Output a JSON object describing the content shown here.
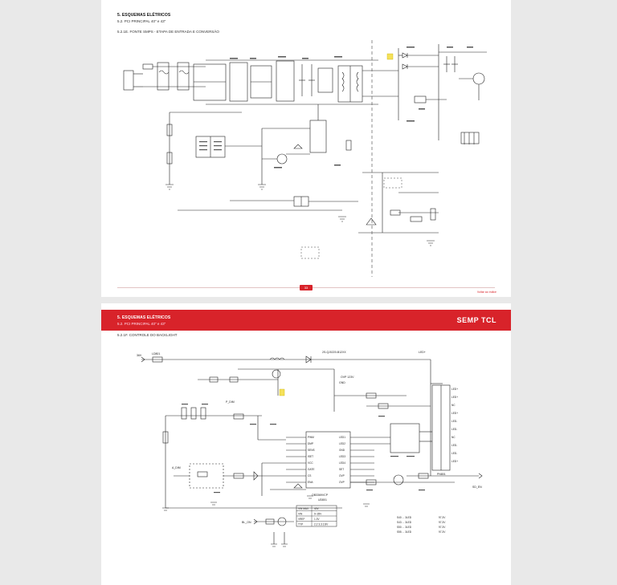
{
  "page1": {
    "section_title": "5. ESQUEMAS ELÉTRICOS",
    "subtitle": "5.2. PCI PRINCIPAL 40\" e 43\"",
    "caption": "5.2.1E. FONTE SMPS - ETAPA DE ENTRADA E CONVERSÃO",
    "page_number": "33",
    "footer_text": "Voltar ao índice"
  },
  "page2": {
    "section_title": "5. ESQUEMAS ELÉTRICOS",
    "subtitle": "5.2. PCI PRINCIPAL 40\" e 43\"",
    "brand": "SEMP TCL",
    "caption": "5.2.1F. CONTROLE DO BACKLIGHT",
    "labels": {
      "vin": "36V",
      "ld801": "LD801",
      "bl_on": "BL_ON",
      "p_dim": "P_DIM",
      "a_dim": "A_DIM",
      "dvp": "OVP 123V",
      "ic_ref": "2S-QJ0220-B12XX",
      "led_plus": "LED+",
      "ic_name": "OB3369VCP",
      "ic_ref2": "UD801",
      "conn": "PN801",
      "gnd": "GND",
      "sd_en": "SD_EN",
      "vref": "VREF"
    },
    "ic_pins_left": [
      "PWM",
      "DMP",
      "SENS",
      "ISET",
      "VCC",
      "GATE",
      "CS",
      "ENA"
    ],
    "ic_pins_right": [
      "LED1",
      "LED2",
      "GND",
      "LED3",
      "LED4",
      "SET",
      "OVP",
      "OVP"
    ],
    "conn_pins": [
      "LED+",
      "LED+",
      "NC",
      "LED+",
      "LED-",
      "LED-",
      "NC",
      "LED-",
      "LED-",
      "LED+"
    ],
    "table_rows": [
      [
        "VIN MAX",
        "40V"
      ],
      [
        "VIN",
        "9~35V"
      ],
      [
        "VREF",
        "1.3V"
      ],
      [
        "TYP",
        "2.2 3.3 2.8V"
      ]
    ],
    "model_notes": [
      [
        "S40 ... 3LED",
        "97.3V"
      ],
      [
        "S43 ... 3LED",
        "97.3V"
      ],
      [
        "S50 ... 3LED",
        "97.3V"
      ],
      [
        "S55 ... 3LED",
        "97.3V"
      ]
    ]
  }
}
